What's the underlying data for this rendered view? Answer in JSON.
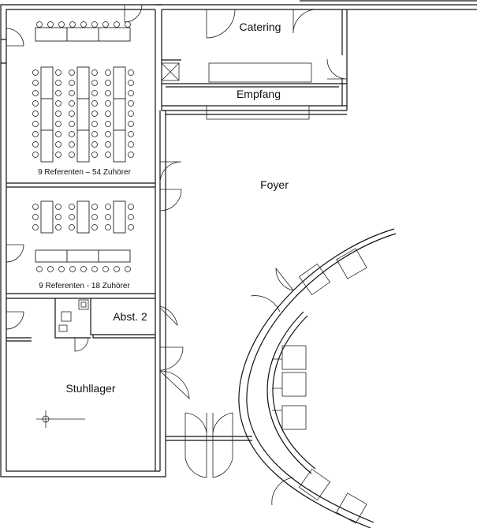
{
  "rooms": {
    "catering": "Catering",
    "empfang": "Empfang",
    "foyer": "Foyer",
    "room_large": "9 Referenten – 54 Zuhörer",
    "room_small": "9 Referenten - 18 Zuhörer",
    "abst": "Abst. 2",
    "stuhllager": "Stuhllager"
  }
}
